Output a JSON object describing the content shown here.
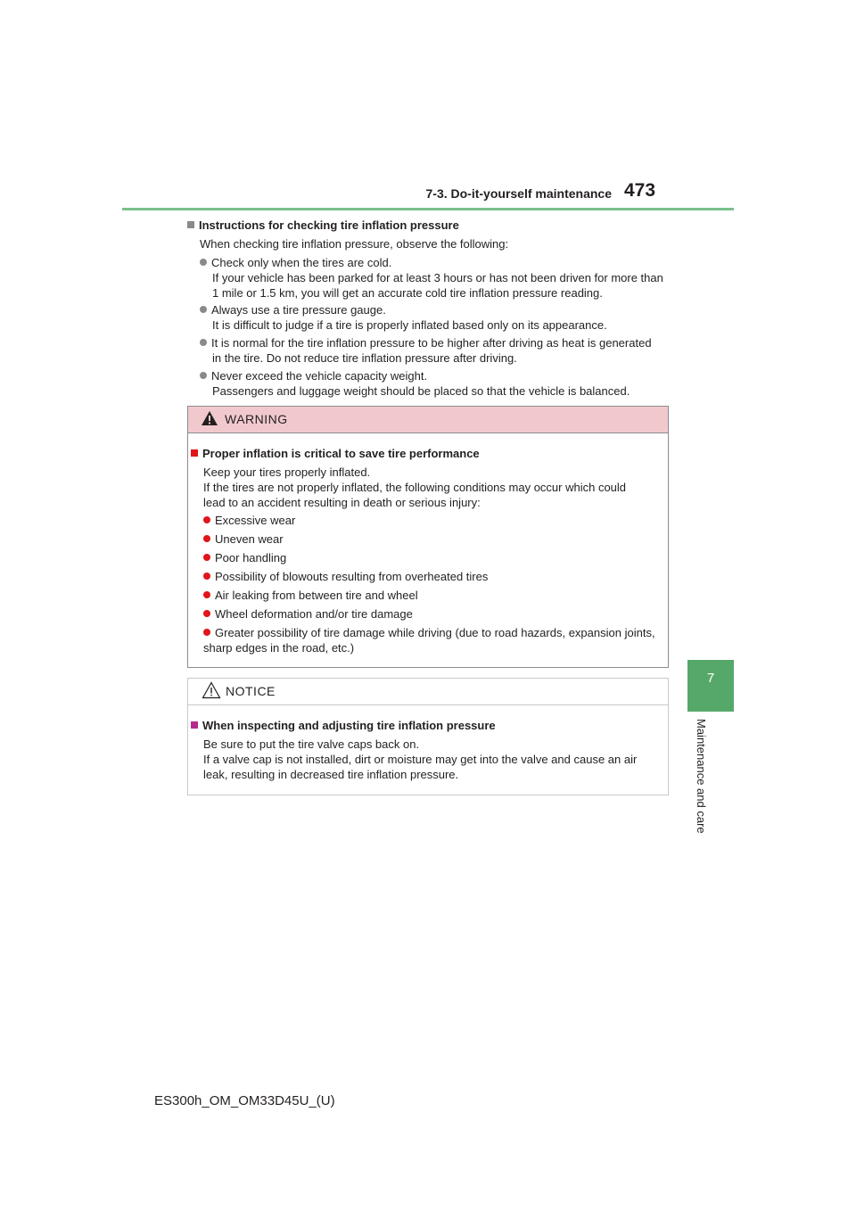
{
  "header": {
    "section": "7-3. Do-it-yourself maintenance",
    "page_number": "473"
  },
  "side_tab": {
    "number": "7",
    "label": "Maintenance and care"
  },
  "instructions": {
    "heading": "Instructions for checking tire inflation pressure",
    "intro": "When checking tire inflation pressure, observe the following:",
    "bullets": [
      {
        "line1": "Check only when the tires are cold.",
        "line2": "If your vehicle has been parked for at least 3 hours or has not been driven for more than",
        "line3": "1 mile or 1.5 km, you will get an accurate cold tire inflation pressure reading."
      },
      {
        "line1": "Always use a tire pressure gauge.",
        "line2": "It is difficult to judge if a tire is properly inflated based only on its appearance."
      },
      {
        "line1": "It is normal for the tire inflation pressure to be higher after driving as heat is generated",
        "line2": "in the tire. Do not reduce tire inflation pressure after driving."
      },
      {
        "line1": "Never exceed the vehicle capacity weight.",
        "line2": "Passengers and luggage weight should be placed so that the vehicle is balanced."
      }
    ]
  },
  "warning": {
    "title": "WARNING",
    "heading": "Proper inflation is critical to save tire performance",
    "p1": "Keep your tires properly inflated.",
    "p2a": "If the tires are not properly inflated, the following conditions may occur which could",
    "p2b": "lead to an accident resulting in death or serious injury:",
    "items": [
      "Excessive wear",
      "Uneven wear",
      "Poor handling",
      "Possibility of blowouts resulting from overheated tires",
      "Air leaking from between tire and wheel",
      "Wheel deformation and/or tire damage"
    ],
    "last_item_line1": "Greater possibility of tire damage while driving (due to road hazards, expansion",
    "last_item_line2": "joints, sharp edges in the road, etc.)"
  },
  "notice": {
    "title": "NOTICE",
    "heading": "When inspecting and adjusting tire inflation pressure",
    "p1": "Be sure to put the tire valve caps back on.",
    "p2a": "If a valve cap is not installed, dirt or moisture may get into the valve and cause an air",
    "p2b": "leak, resulting in decreased tire inflation pressure."
  },
  "footer": {
    "code": "ES300h_OM_OM33D45U_(U)"
  },
  "colors": {
    "accent_green": "#56a86a",
    "rule_green": "#7bbf8c",
    "warning_pink": "#f1c9cd",
    "warning_red": "#e1151a",
    "notice_magenta": "#b42a8a"
  }
}
